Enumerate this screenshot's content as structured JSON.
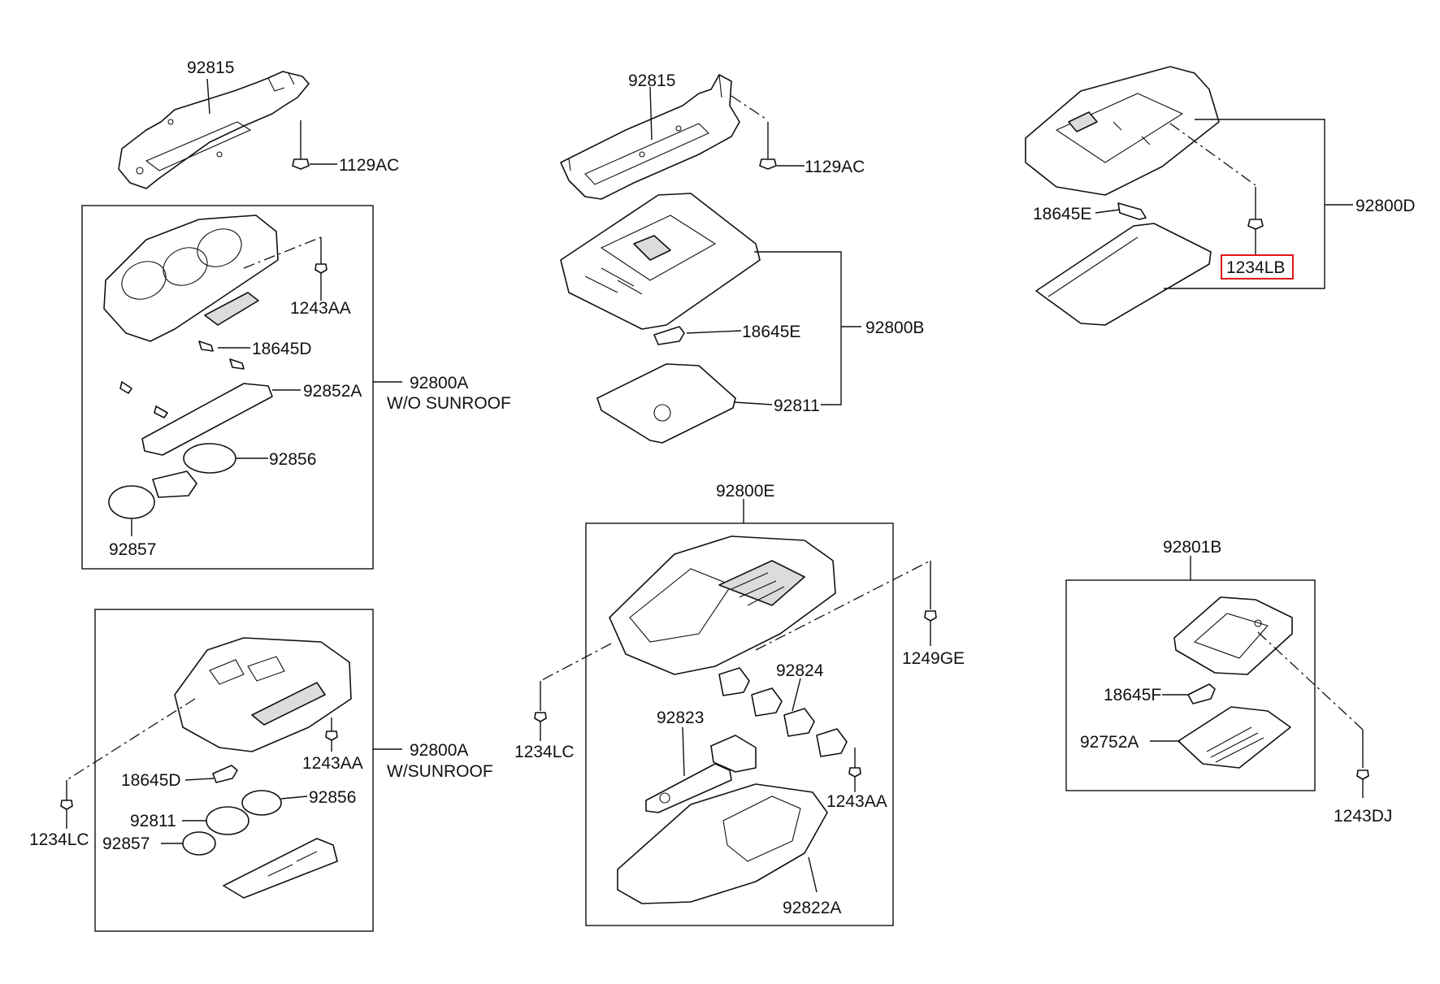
{
  "callouts": {
    "g1_bracket": "92815",
    "g1_bolt": "1129AC",
    "g2_bracket": "92815",
    "g2_bolt": "1129AC",
    "d_bulb": "18645E",
    "d_screw": "1234LB",
    "d_assy": "92800D",
    "a_screw": "1243AA",
    "a_bulb": "18645D",
    "a_lens": "92852A",
    "a_assy": "92800A",
    "a_note": "W/O SUNROOF",
    "a_cover1": "92856",
    "a_cover2": "92857",
    "b_bulb": "18645E",
    "b_assy": "92800B",
    "b_lens": "92811",
    "e_assy": "92800E",
    "e_screw_r": "1249GE",
    "e_screw_l": "1234LC",
    "e_switch1": "92824",
    "e_switch2": "92823",
    "e_screw_b": "1243AA",
    "e_lens": "92822A",
    "s_screw": "1243AA",
    "s_assy": "92800A",
    "s_note": "W/SUNROOF",
    "s_bulb": "18645D",
    "s_cover1": "92856",
    "s_lens": "92811",
    "s_cover2": "92857",
    "s_screw_l": "1234LC",
    "f_assy": "92801B",
    "f_bulb": "18645F",
    "f_lens": "92752A",
    "f_screw": "1243DJ"
  }
}
